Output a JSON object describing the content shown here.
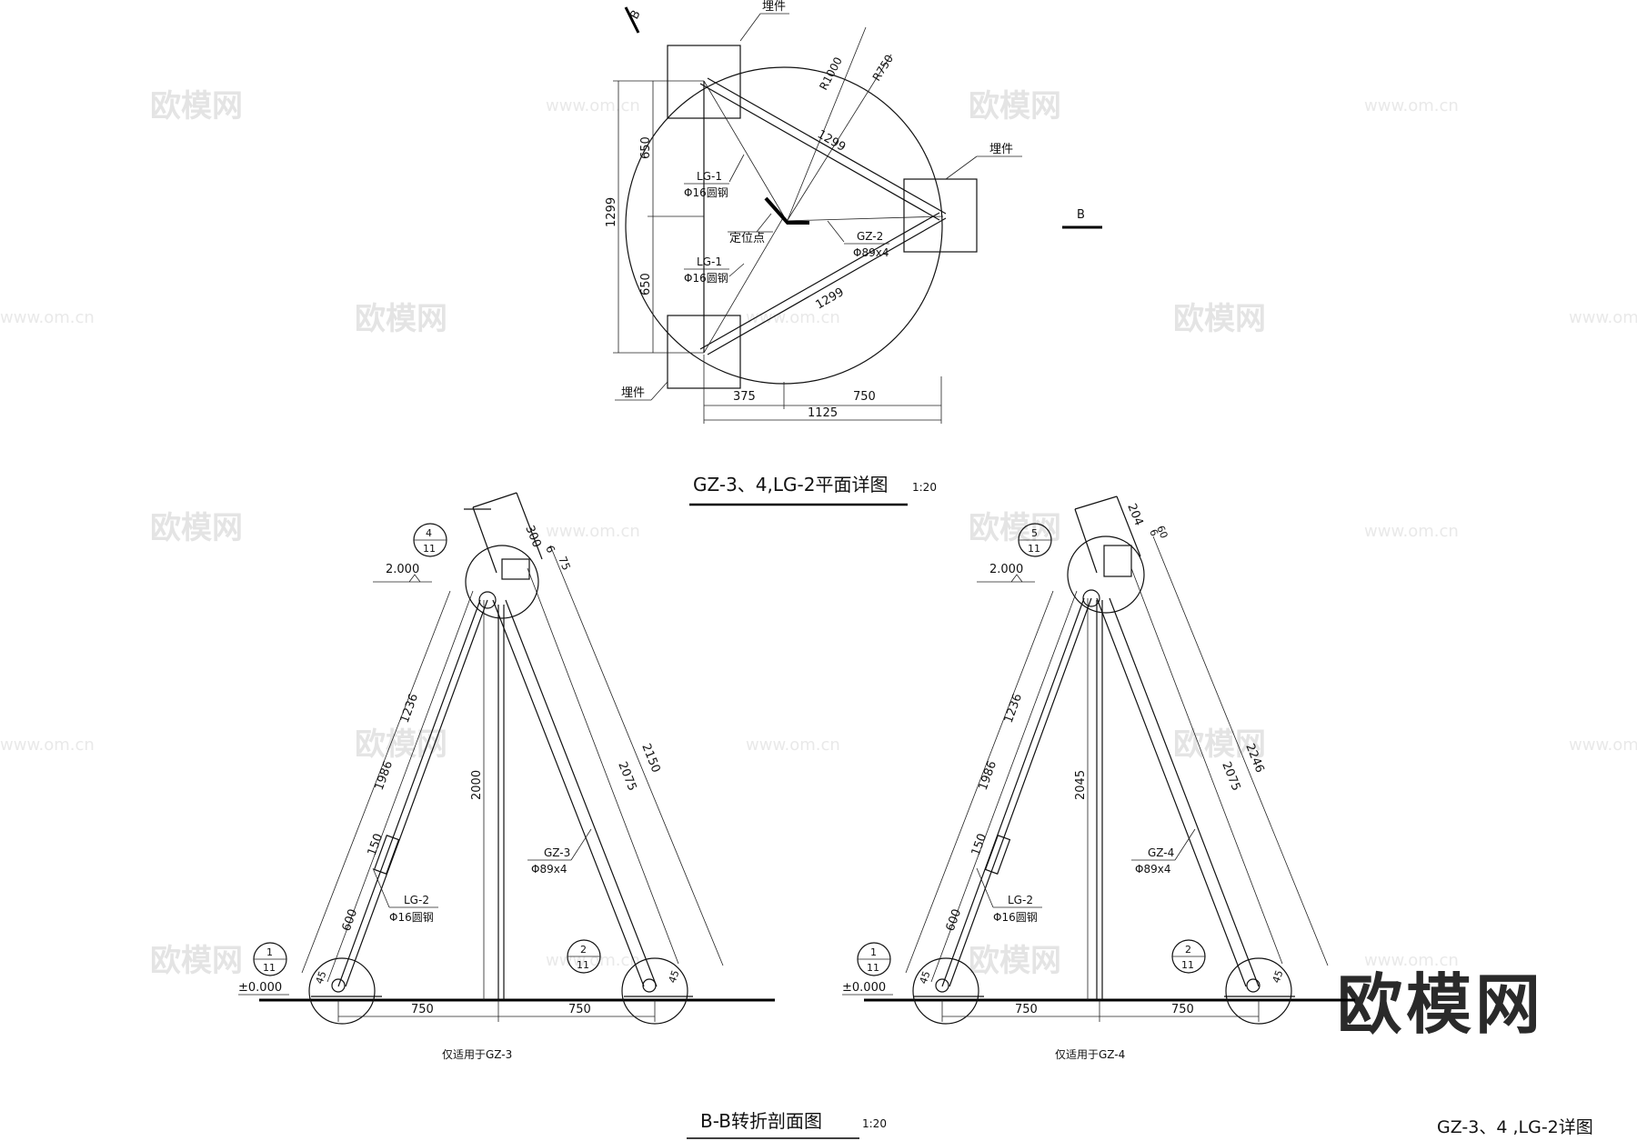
{
  "plan": {
    "title": "GZ-3、4,LG-2平面详图",
    "scale": "1:20",
    "section_mark": "B",
    "embed_label": "埋件",
    "locating_point": "定位点",
    "lg1_name": "LG-1",
    "lg1_spec": "Φ16圆钢",
    "gz2_name": "GZ-2",
    "gz2_spec": "Φ89x4",
    "radius_outer": "R1000",
    "radius_inner": "R750",
    "dims": {
      "d650": "650",
      "d1299": "1299",
      "d375": "375",
      "d750": "750",
      "d1125": "1125"
    }
  },
  "section": {
    "title": "B-B转折剖面图",
    "scale": "1:20",
    "elev_top": "2.000",
    "elev_base": "±0.000",
    "callout_den": "11",
    "left": {
      "note": "仅适用于GZ-3",
      "callout_top": "4",
      "callout_bl": "1",
      "callout_br": "2",
      "gz_name": "GZ-3",
      "gz_spec": "Φ89x4",
      "lg_name": "LG-2",
      "lg_spec": "Φ16圆钢",
      "dims": {
        "d300": "300",
        "d6": "6",
        "d75": "75",
        "d2150": "2150",
        "d2075": "2075",
        "d2000": "2000",
        "d1236": "1236",
        "d1986": "1986",
        "d150": "150",
        "d600": "600",
        "d45": "45",
        "d750": "750"
      }
    },
    "right": {
      "note": "仅适用于GZ-4",
      "callout_top": "5",
      "callout_bl": "1",
      "callout_br": "2",
      "gz_name": "GZ-4",
      "gz_spec": "Φ89x4",
      "lg_name": "LG-2",
      "lg_spec": "Φ16圆钢",
      "dims": {
        "d204": "204",
        "d6": "6",
        "d60": "60",
        "d2246": "2246",
        "d2075": "2075",
        "d2045": "2045",
        "d1236": "1236",
        "d1986": "1986",
        "d150": "150",
        "d600": "600",
        "d45": "45",
        "d750": "750"
      }
    }
  },
  "sheet_title": "GZ-3、4 ,LG-2详图",
  "watermark": {
    "brand": "欧模网",
    "url": "www.om.cn"
  }
}
